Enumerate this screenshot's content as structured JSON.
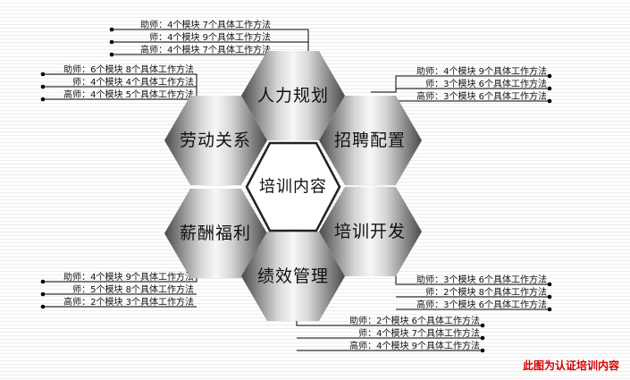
{
  "center": {
    "label": "培训内容"
  },
  "modules": {
    "hr_planning": {
      "label": "人力规划",
      "lines": [
        "助师：4个模块 7个具体工作方法",
        "师：4个模块 9个具体工作方法",
        "高师：4个模块 7个具体工作方法"
      ]
    },
    "labor_relations": {
      "label": "劳动关系",
      "lines": [
        "助师：6个模块 8个具体工作方法",
        "师：4个模块 4个具体工作方法",
        "高师：4个模块 5个具体工作方法"
      ]
    },
    "recruitment": {
      "label": "招聘配置",
      "lines": [
        "助师：4个模块 9个具体工作方法",
        "师：3个模块 6个具体工作方法",
        "高师：3个模块 6个具体工作方法"
      ]
    },
    "compensation": {
      "label": "薪酬福利",
      "lines": [
        "助师：4个模块 9个具体工作方法",
        "师：5个模块 8个具体工作方法",
        "高师：2个模块 3个具体工作方法"
      ]
    },
    "training": {
      "label": "培训开发",
      "lines": [
        "助师：3个模块 6个具体工作方法",
        "师：2个模块 8个具体工作方法",
        "高师：3个模块 6个具体工作方法"
      ]
    },
    "performance": {
      "label": "绩效管理",
      "lines": [
        "助师：2个模块 6个具体工作方法",
        "师：4个模块 7个具体工作方法",
        "高师：4个模块 9个具体工作方法"
      ]
    }
  },
  "footnote": "此图为认证培训内容"
}
